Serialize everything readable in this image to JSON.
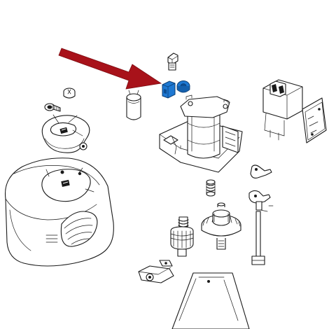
{
  "diagram": {
    "colors": {
      "background": "#ffffff",
      "linework": "#1a1a1a",
      "arrow": "#a8121a",
      "highlight_part": "#1e78d2",
      "highlight_part_dark": "#0d4f95"
    },
    "highlighted_part": "blue-clip-and-nut",
    "indicator": "red-arrow-pointing-down-right",
    "parts": [
      "cover-housing",
      "cover-disc-upper",
      "cover-disc-lower",
      "small-screw-cap",
      "small-screw",
      "capacitor",
      "connector",
      "blue-clip-and-nut",
      "motor-gearbox",
      "transformer-and-bracket",
      "control-board",
      "spring",
      "lever-key",
      "release-lever",
      "main-gear",
      "pinion-shaft",
      "limit-switch-bracket",
      "base-plate",
      "release-rod"
    ]
  }
}
